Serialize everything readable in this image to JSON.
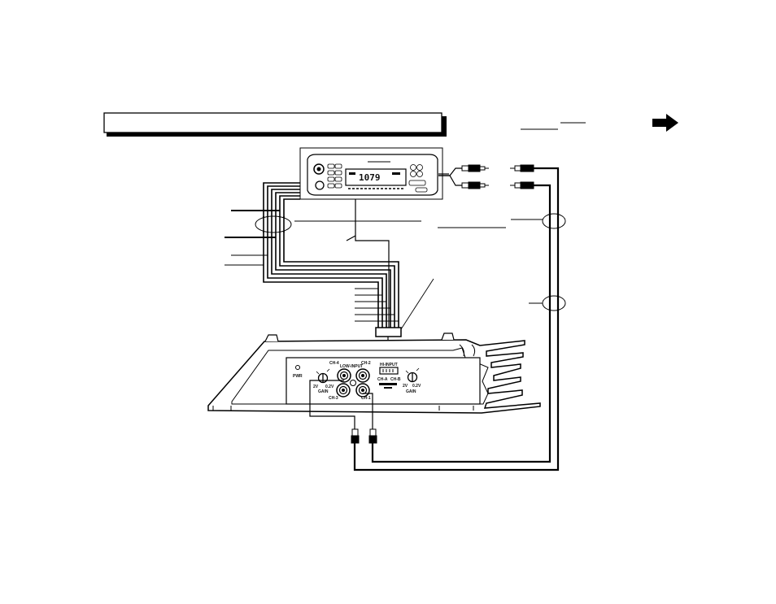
{
  "diagram": {
    "title": "",
    "receiver": {
      "display": "1079"
    },
    "amplifier": {
      "power_label": "PWR",
      "low_input_label": "LOW-INPUT",
      "hi_input_label": "HI-INPUT",
      "ch1_label": "CH-1",
      "ch2_label": "CH-2",
      "ch3_label": "CH-3",
      "ch4_label": "CH-4",
      "gain_label_left": "GAIN",
      "gain_label_right": "GAIN",
      "gain_min_left": "2V",
      "gain_max_left": "0.2V",
      "gain_min_right": "2V",
      "gain_max_right": "0.2V",
      "hi_ch_a": "CH-A",
      "hi_ch_b": "CH-B"
    }
  },
  "colors": {
    "line": "#111111",
    "background": "#ffffff"
  },
  "icons": {
    "next_page": "right-arrow-icon"
  }
}
